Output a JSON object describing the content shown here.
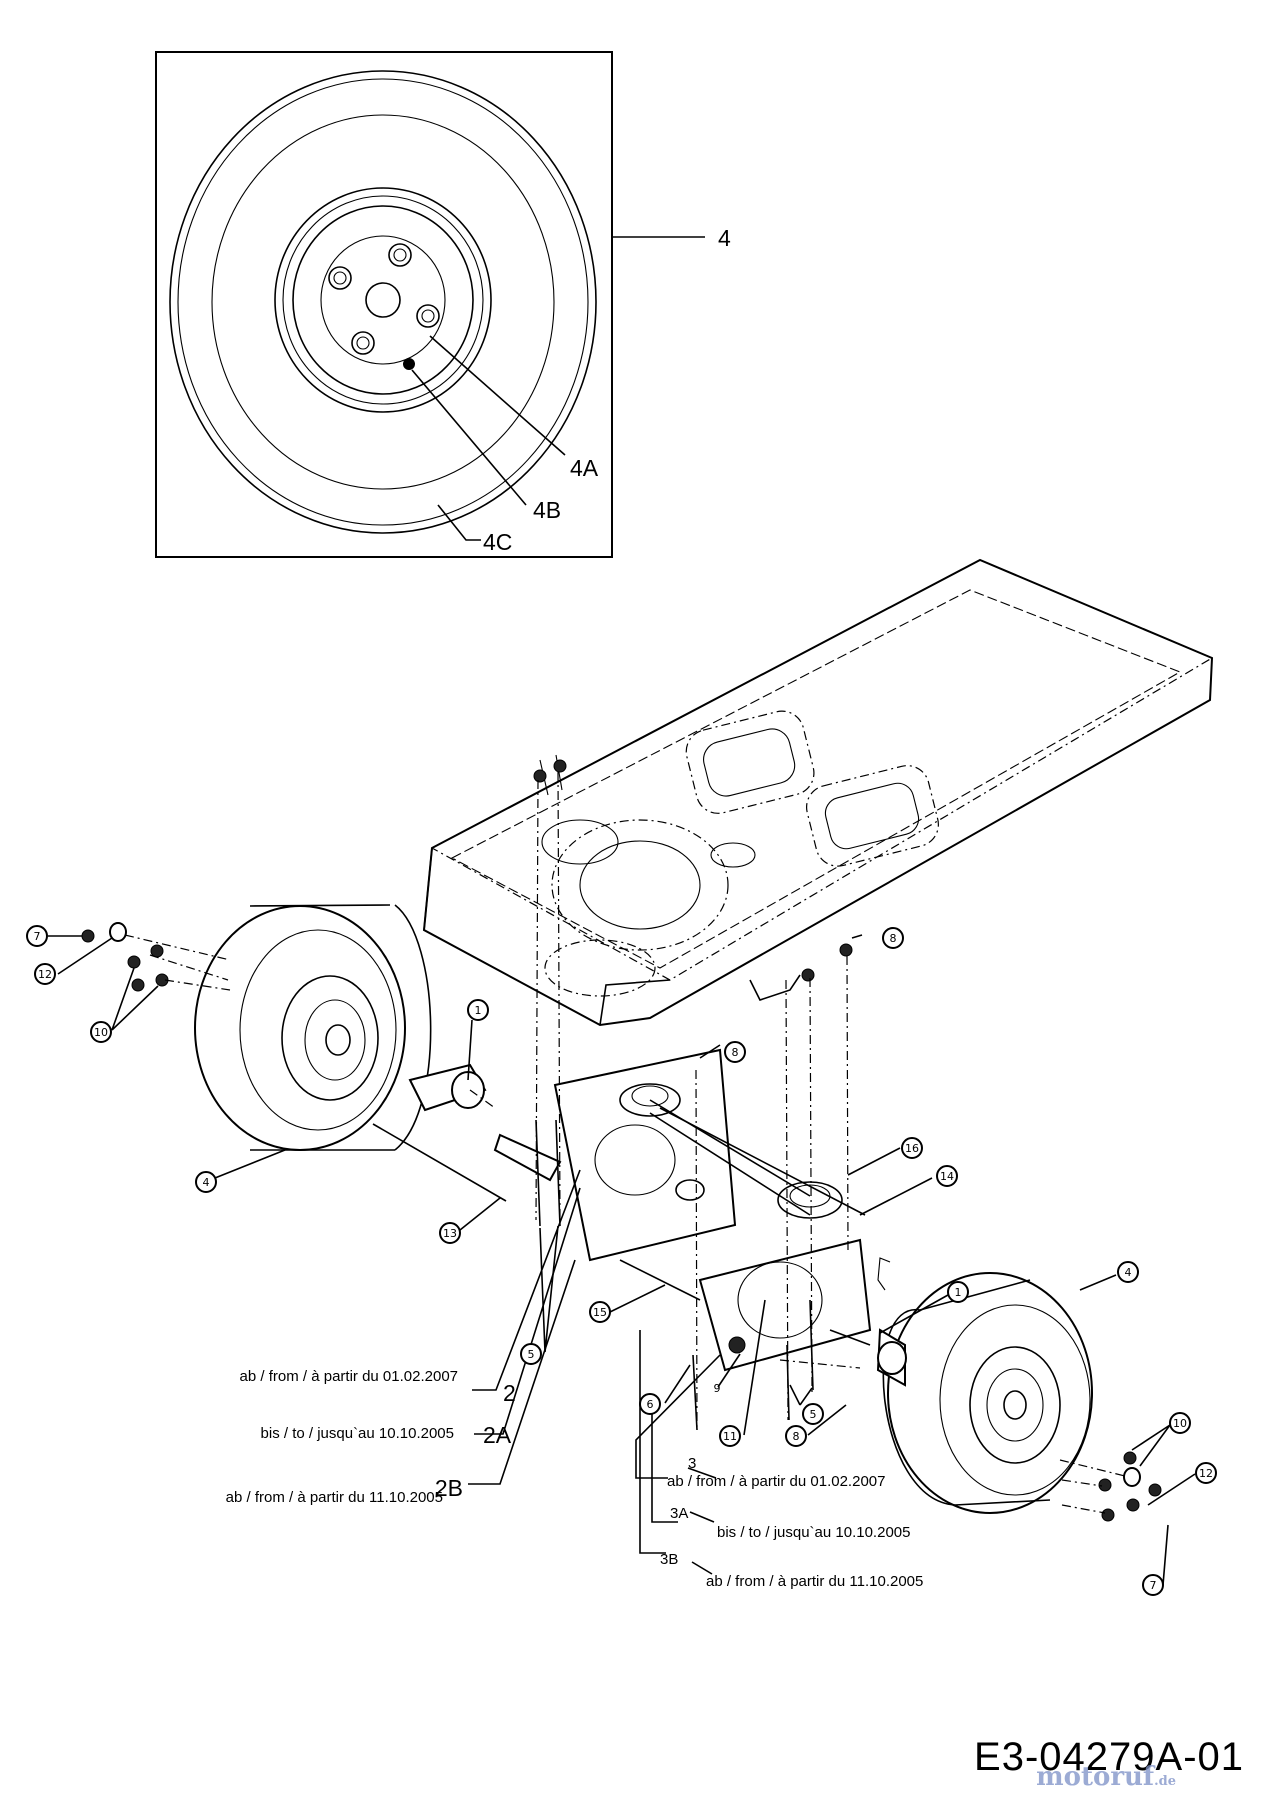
{
  "inset_labels": {
    "wheel": "4",
    "hub_bolt": "4A",
    "valve": "4B",
    "tire": "4C"
  },
  "callouts": {
    "c7_left": "7",
    "c12_left": "12",
    "c10_left": "10",
    "c4_left": "4",
    "c1_left": "1",
    "c13": "13",
    "c8_top": "8",
    "c8_mid": "8",
    "c16": "16",
    "c14": "14",
    "c15": "15",
    "c5_left": "5",
    "c6": "6",
    "c9": "9",
    "c11": "11",
    "c5_right": "5",
    "c8_bottom": "8",
    "c1_right": "1",
    "c4_right": "4",
    "c10_right": "10",
    "c12_right": "12",
    "c7_right": "7"
  },
  "variants": {
    "v2": {
      "id": "2",
      "text": "ab / from / à partir du 01.02.2007"
    },
    "v2a": {
      "id": "2A",
      "text": "bis / to / jusqu`au 10.10.2005"
    },
    "v2b": {
      "id": "2B",
      "text": "ab / from / à partir du 11.10.2005"
    },
    "v3": {
      "id": "3",
      "text": "ab / from / à partir du 01.02.2007"
    },
    "v3a": {
      "id": "3A",
      "text": "bis / to / jusqu`au 10.10.2005"
    },
    "v3b": {
      "id": "3B",
      "text": "ab / from / à partir du 11.10.2005"
    }
  },
  "drawing_code": "E3-04279A-01",
  "watermark": {
    "brand": "motoruf",
    "tld": ".de"
  }
}
